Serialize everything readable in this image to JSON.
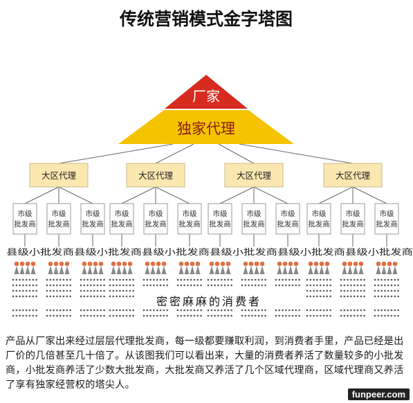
{
  "title": "传统营销模式金字塔图",
  "apex": {
    "label": "厂家",
    "color": "#d62b1e",
    "text_color": "#ffffff"
  },
  "tier2": {
    "label": "独家代理",
    "color": "#f5c400",
    "text_color": "#8a1c10"
  },
  "regional": {
    "label": "大区代理",
    "count": 4,
    "color": "#fbe7b0",
    "border": "#c9b98a"
  },
  "city": {
    "line1": "市级",
    "line2": "批发商",
    "per_region": 3
  },
  "county_label": "县级小批发商",
  "consumers_label": "密密麻麻的消费者",
  "colors": {
    "figure_head": "#e07040",
    "figure_body": "#888888",
    "dots": "#555555",
    "lines": "#666666"
  },
  "caption": "产品从厂家出来经过层层代理批发商，每一级都要赚取利润，到消费者手里，产品已经是出厂价的几倍甚至几十倍了。从该图我们可以看出来，大量的消费者养活了数量较多的小批发商，小批发商养活了少数大批发商，大批发商又养活了几个区域代理商，区域代理商又养活了享有独家经营权的塔尖人。",
  "watermark": "funpeer.com"
}
